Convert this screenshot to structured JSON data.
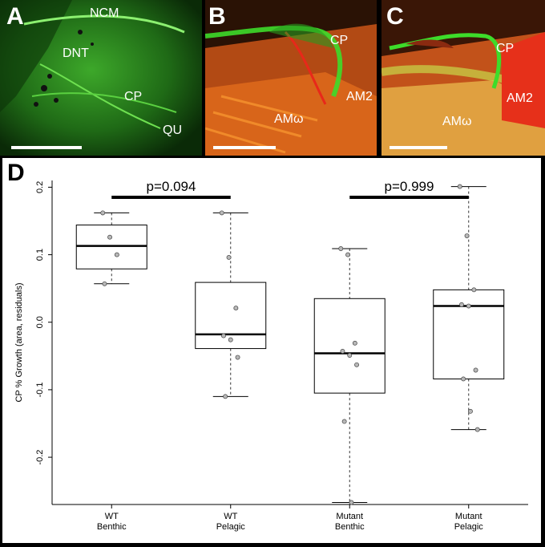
{
  "panels": {
    "A": {
      "letter": "A",
      "labels": [
        "NCM",
        "DNT",
        "CP",
        "QU"
      ]
    },
    "B": {
      "letter": "B",
      "labels": [
        "CP",
        "AM2",
        "AMω"
      ]
    },
    "C": {
      "letter": "C",
      "labels": [
        "CP",
        "AM2",
        "AMω"
      ]
    },
    "D": {
      "letter": "D"
    }
  },
  "colors": {
    "green": "#22c41a",
    "red": "#e0421a",
    "orange": "#e8781a",
    "point": "#b8b8b8"
  },
  "chart_data": {
    "type": "box",
    "ylabel": "CP % Growth (area, residuals)",
    "ylim": [
      -0.27,
      0.21
    ],
    "yticks": [
      "-0.2",
      "-0.1",
      "0.0",
      "0.1",
      "0.2"
    ],
    "groups": [
      {
        "label1": "WT",
        "label2": "Benthic",
        "min": 0.057,
        "q1": 0.079,
        "median": 0.113,
        "q3": 0.144,
        "max": 0.162,
        "points": [
          0.162,
          0.126,
          0.1,
          0.057
        ]
      },
      {
        "label1": "WT",
        "label2": "Pelagic",
        "min": -0.11,
        "q1": -0.039,
        "median": -0.018,
        "q3": 0.059,
        "max": 0.162,
        "points": [
          0.162,
          0.096,
          0.021,
          -0.02,
          -0.026,
          -0.052,
          -0.11
        ]
      },
      {
        "label1": "Mutant",
        "label2": "Benthic",
        "min": -0.267,
        "q1": -0.105,
        "median": -0.046,
        "q3": 0.035,
        "max": 0.109,
        "points": [
          0.109,
          0.1,
          -0.031,
          -0.043,
          -0.049,
          -0.063,
          -0.147,
          -0.267
        ]
      },
      {
        "label1": "Mutant",
        "label2": "Pelagic",
        "min": -0.159,
        "q1": -0.084,
        "median": 0.024,
        "q3": 0.048,
        "max": 0.201,
        "points": [
          0.201,
          0.128,
          0.048,
          0.026,
          0.024,
          -0.071,
          -0.084,
          -0.132,
          -0.159
        ]
      }
    ],
    "comparisons": [
      {
        "from": 0,
        "to": 1,
        "label": "p=0.094"
      },
      {
        "from": 2,
        "to": 3,
        "label": "p=0.999"
      }
    ]
  }
}
